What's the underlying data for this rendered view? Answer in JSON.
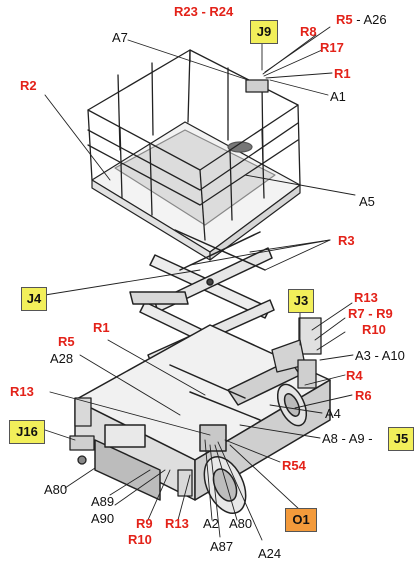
{
  "colors": {
    "red_label": "#e32219",
    "black_label": "#111111",
    "yellow_box": "#f2ef5a",
    "orange_box": "#f39a3b",
    "line": "#222222"
  },
  "labels": {
    "r23_r24": "R23 - R24",
    "j9": "J9",
    "r5_a26_red": "R5",
    "r5_a26_dash": " - ",
    "r5_a26_black": "A26",
    "a7": "A7",
    "r8": "R8",
    "r17": "R17",
    "r1_top": "R1",
    "a1": "A1",
    "r2": "R2",
    "a5": "A5",
    "r3": "R3",
    "j4": "J4",
    "j3": "J3",
    "r13_right": "R13",
    "r7_r9": "R7 - R9",
    "r10_right": "R10",
    "a3_a10": "A3 - A10",
    "r1_mid": "R1",
    "r5_left": "R5",
    "a28_left": "A28",
    "r4": "R4",
    "r6": "R6",
    "r13_left": "R13",
    "a4": "A4",
    "a8_a9": "A8 - A9 -",
    "j5": "J5",
    "j16": "J16",
    "r54": "R54",
    "a80_left": "A80",
    "a89": "A89",
    "a90": "A90",
    "r9": "R9",
    "r10_bottom": "R10",
    "r13_bottom": "R13",
    "a2": "A2",
    "a80_bottom": "A80",
    "o1": "O1",
    "a87": "A87",
    "a24": "A24"
  }
}
